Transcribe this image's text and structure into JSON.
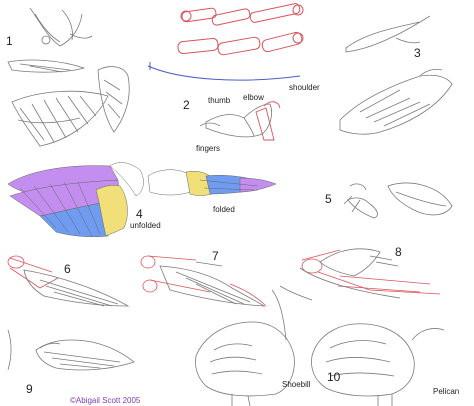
{
  "steps": [
    "1",
    "2",
    "3",
    "4",
    "5",
    "6",
    "7",
    "8",
    "9",
    "10"
  ],
  "labels": {
    "thumb": "thumb",
    "elbow": "elbow",
    "shoulder": "shoulder",
    "fingers": "fingers",
    "unfolded": "unfolded",
    "folded": "folded",
    "shoebill": "Shoebill",
    "pelican": "Pelican"
  },
  "credit": "©Abigail Scott 2005",
  "colors": {
    "sketch": "#7a7a7a",
    "construction_red": "#d9545c",
    "construction_blue": "#4b5fc4",
    "feather_purple": "#c48ef0",
    "feather_blue": "#6f9bf0",
    "feather_yellow": "#f1e07a",
    "credit": "#7b3fb3"
  }
}
